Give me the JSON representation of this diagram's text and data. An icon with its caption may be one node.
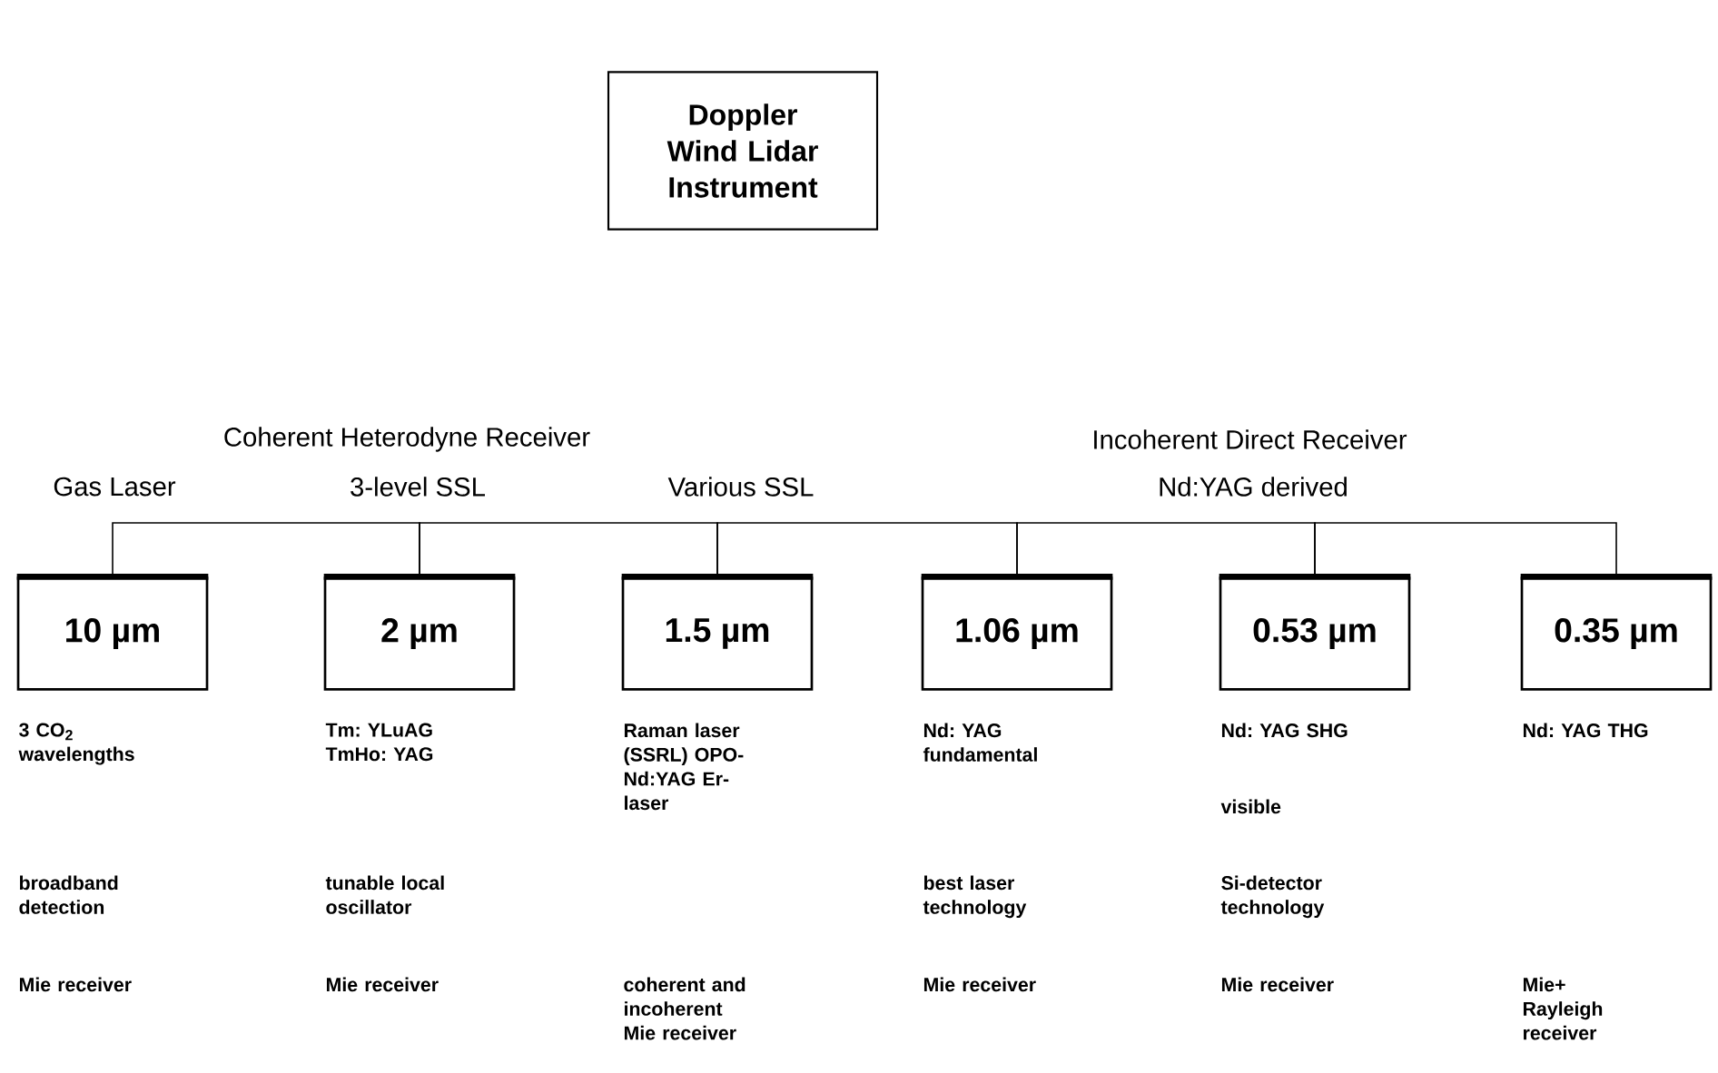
{
  "diagram": {
    "nodes": [
      {
        "text": [
          "Doppler Wind Lidar Instrument"
        ]
      },
      {
        "text": [
          "10 µm"
        ],
        "beside": [
          "3 CO$_{2}$ wavelengths",
          "broadband detection",
          "Mie receiver"
        ]
      },
      {
        "text": [
          "2 µm"
        ],
        "beside": [
          "Tm: YLuAG TmHo: YAG",
          "tunable local oscillator",
          "Mie receiver"
        ]
      },
      {
        "text": [
          "1.5 µm"
        ],
        "beside": [
          "Raman laser (SSRL) OPO-Nd:YAG Er-laser"
        ]
      },
      {
        "text": [
          "1.06 µm"
        ],
        "beside": [
          "Nd: YAG fundamental",
          "best laser technology",
          "Mie receiver"
        ]
      },
      {
        "text": [
          "0.53 µm"
        ],
        "beside": [
          "Nd: YAG SHG",
          "visible",
          "Si-detector technology",
          "Mie receiver"
        ]
      },
      {
        "text": [
          "0.35 µm"
        ],
        "beside": [
          "Nd: YAG THG"
        ]
      }
    ],
    "edges": [
      {
        "from": 1,
        "to": 2,
        "arrow": "none"
      },
      {
        "from": 2,
        "to": 3,
        "arrow": "none"
      },
      {
        "from": 3,
        "to": 4,
        "arrow": "none"
      },
      {
        "from": 4,
        "to": 5,
        "arrow": "none"
      },
      {
        "from": 5,
        "to": 6,
        "arrow": "none"
      }
    ],
    "labels": [
      "Coherent Heterodyne Receiver",
      "Gas Laser",
      "3-level SSL",
      "Various SSL",
      "Incoherent Direct Receiver",
      "Nd:YAG derived",
      "coherent and incoherent Mie receiver",
      "Mie+ Rayleigh receiver"
    ]
  }
}
